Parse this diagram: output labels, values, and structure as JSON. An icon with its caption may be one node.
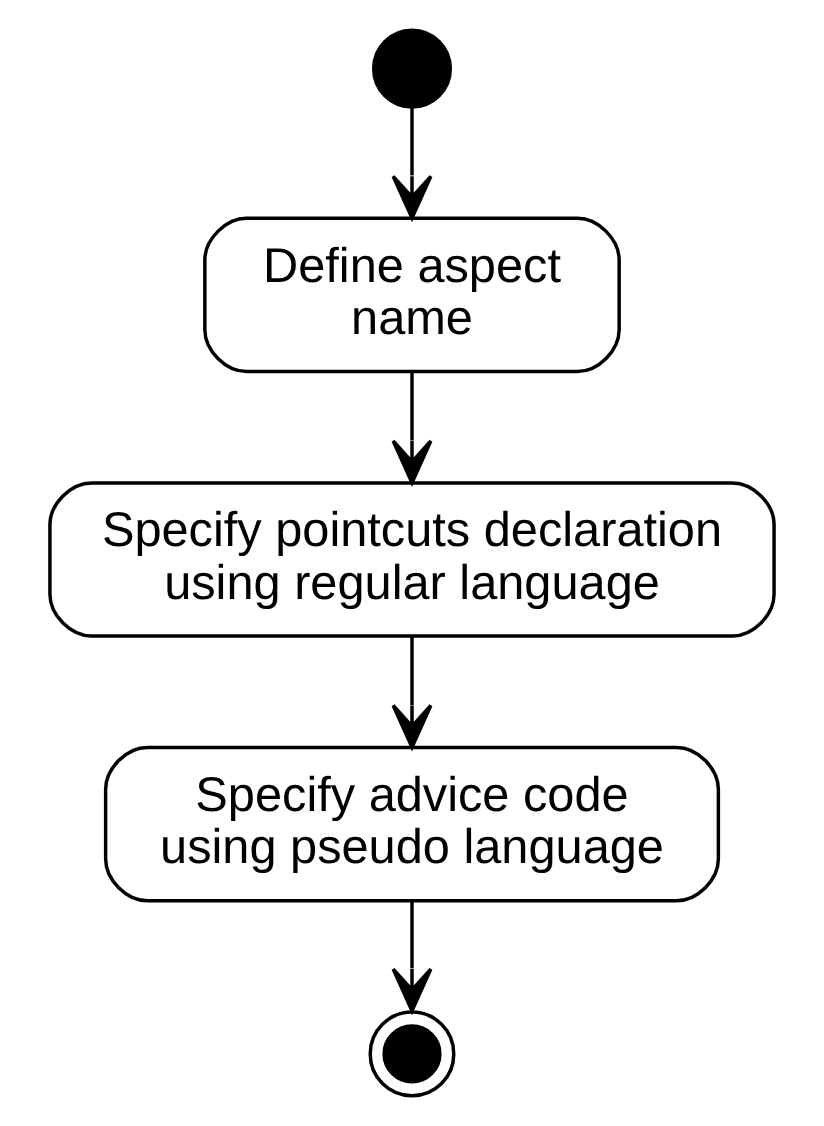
{
  "diagram": {
    "nodes": [
      {
        "text": [],
        "shape": "circle"
      },
      {
        "text": [
          "Define aspect name"
        ]
      },
      {
        "text": [
          "Specify pointcuts declaration using regular language"
        ]
      },
      {
        "text": [
          "Specify advice code using pseudo language"
        ]
      },
      {
        "text": [],
        "shape": "circle"
      }
    ],
    "edges": [
      {
        "from": 0,
        "to": 1,
        "arrow": "to"
      },
      {
        "from": 1,
        "to": 2,
        "arrow": "to"
      },
      {
        "from": 2,
        "to": 3,
        "arrow": "to"
      },
      {
        "from": 3,
        "to": 4,
        "arrow": "to"
      }
    ]
  }
}
